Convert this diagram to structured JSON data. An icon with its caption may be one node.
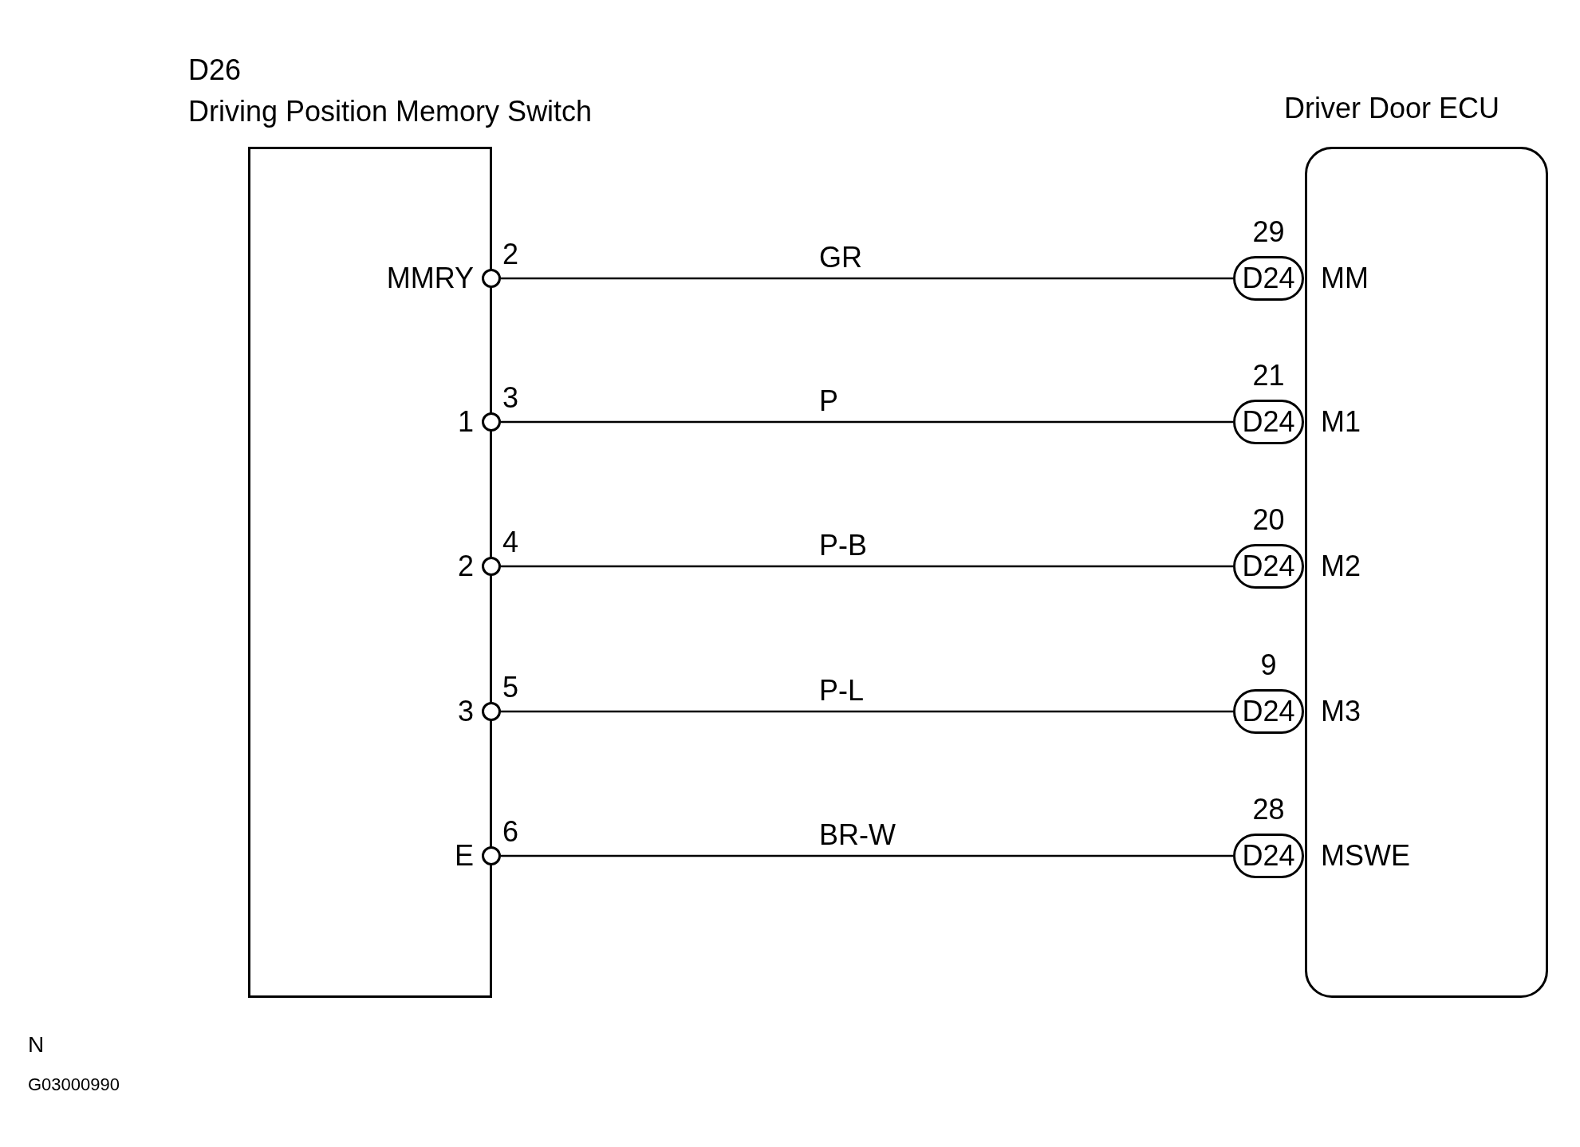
{
  "diagram": {
    "nodes": [
      {
        "text": [
          "D26",
          "Driving Position Memory Switch"
        ]
      },
      {
        "text": [
          "Driver Door ECU"
        ]
      },
      {
        "text": [],
        "shape": "circle",
        "in": 0,
        "beside": [
          "MMRY",
          "2"
        ]
      },
      {
        "text": [
          "D24"
        ],
        "beside": [
          "29"
        ]
      },
      {
        "text": [],
        "shape": "circle",
        "in": 0,
        "beside": [
          "1",
          "3"
        ]
      },
      {
        "text": [
          "D24"
        ],
        "beside": [
          "21"
        ]
      },
      {
        "text": [],
        "shape": "circle",
        "in": 0,
        "beside": [
          "2",
          "4"
        ]
      },
      {
        "text": [
          "D24"
        ],
        "beside": [
          "20"
        ]
      },
      {
        "text": [],
        "shape": "circle",
        "in": 0,
        "beside": [
          "3",
          "5"
        ]
      },
      {
        "text": [
          "D24"
        ],
        "beside": [
          "9"
        ]
      },
      {
        "text": [],
        "shape": "circle",
        "in": 0,
        "beside": [
          "E",
          "6"
        ]
      },
      {
        "text": [
          "D24"
        ],
        "beside": [
          "28"
        ]
      }
    ],
    "edges": [
      {
        "from": 2,
        "to": 3,
        "arrow": "none",
        "label": "GR"
      },
      {
        "from": 4,
        "to": 5,
        "arrow": "none",
        "label": "P"
      },
      {
        "from": 6,
        "to": 7,
        "arrow": "none",
        "label": "P-B"
      },
      {
        "from": 8,
        "to": 9,
        "arrow": "none",
        "label": "P-L"
      },
      {
        "from": 10,
        "to": 11,
        "arrow": "none",
        "label": "BR-W"
      }
    ],
    "labels": [
      "MM",
      "M1",
      "M2",
      "M3",
      "MSWE",
      "N",
      "G03000990"
    ]
  }
}
